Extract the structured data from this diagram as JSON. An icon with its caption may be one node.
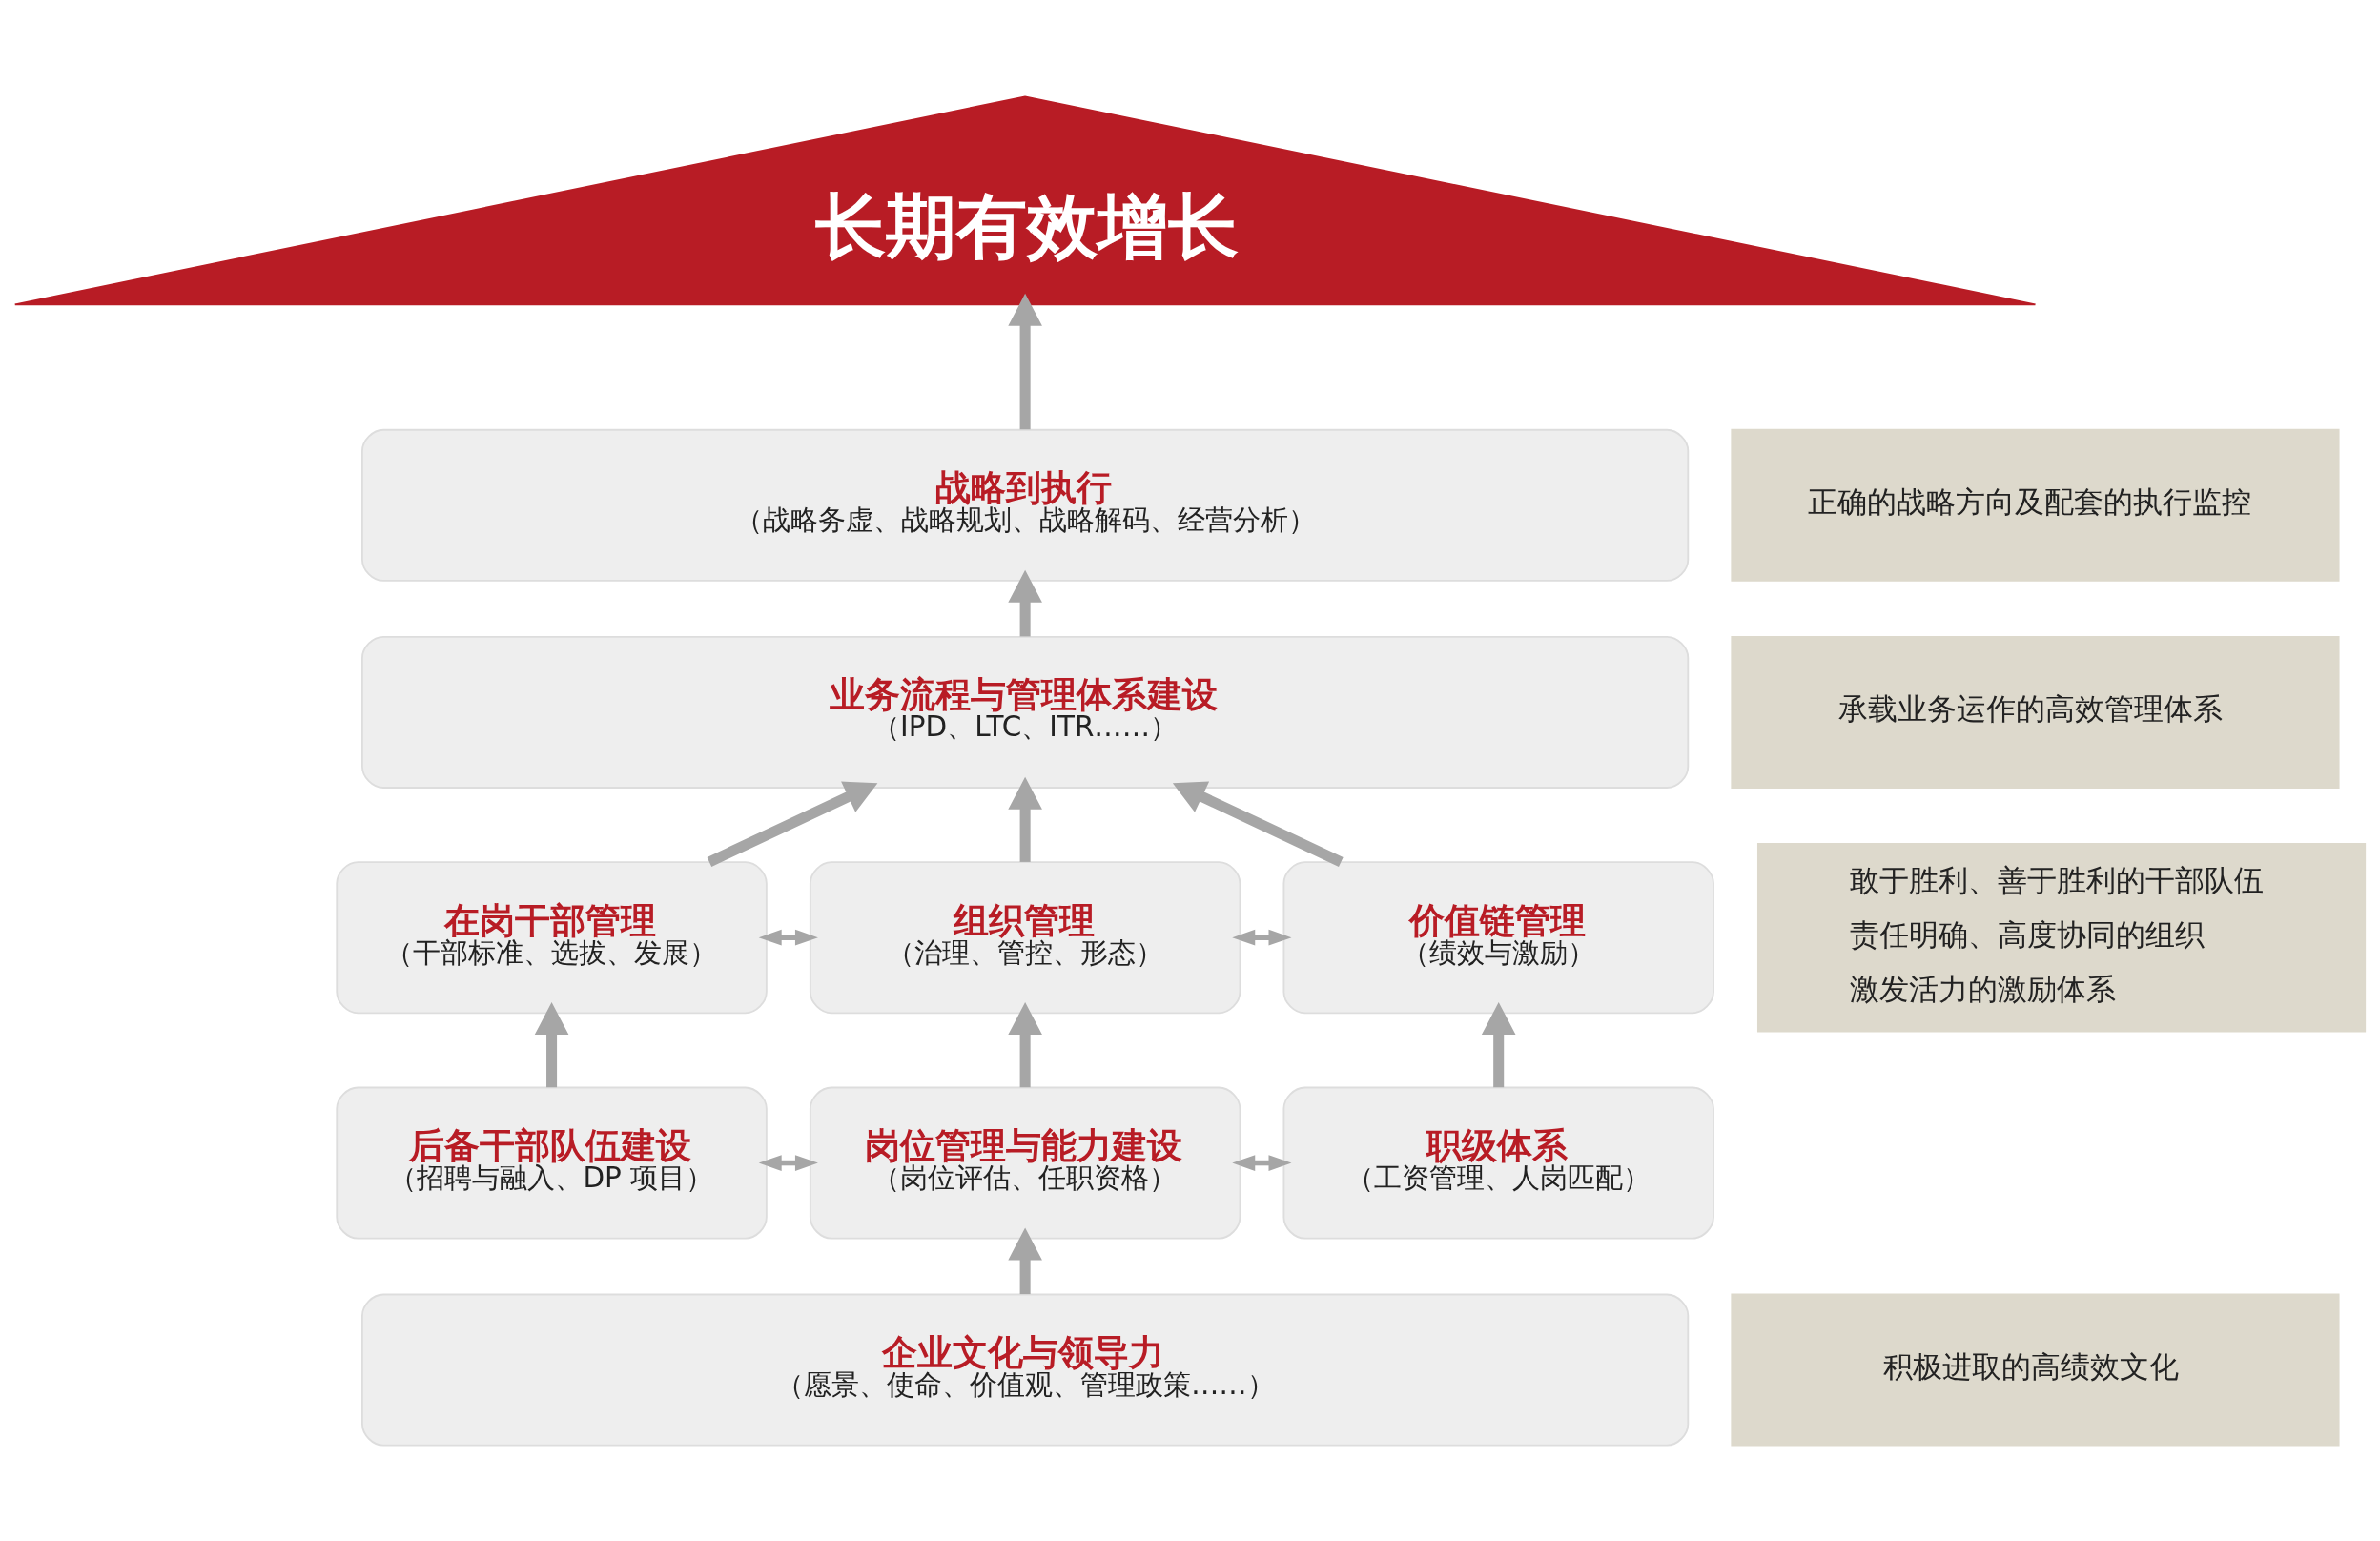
{
  "diagram": {
    "nodes": [
      {
        "text": [
          "长期有效增长"
        ]
      },
      {
        "text": [
          "战略到执行",
          "（战略务虚、战略规划、战略解码、经营分析）"
        ]
      },
      {
        "text": [
          "业务流程与管理体系建设",
          "（IPD、LTC、ITR……）"
        ]
      },
      {
        "text": [
          "在岗干部管理",
          "（干部标准、选拔、发展）"
        ]
      },
      {
        "text": [
          "组织管理",
          "（治理、管控、形态）"
        ]
      },
      {
        "text": [
          "价值链管理",
          "（绩效与激励）"
        ]
      },
      {
        "text": [
          "后备干部队伍建设",
          "（招聘与融入、DP 项目）"
        ]
      },
      {
        "text": [
          "岗位管理与能力建设",
          "（岗位评估、任职资格）"
        ]
      },
      {
        "text": [
          "职级体系",
          "（工资管理、人岗匹配）"
        ]
      },
      {
        "text": [
          "企业文化与领导力",
          "（愿景、使命、价值观、管理政策……）"
        ]
      },
      {
        "text": [
          "正确的战略方向及配套的执行监控"
        ]
      },
      {
        "text": [
          "承载业务运作的高效管理体系"
        ]
      },
      {
        "text": [
          "敢于胜利、善于胜利的干部队伍",
          "责任明确、高度协同的组织",
          "激发活力的激励体系"
        ]
      },
      {
        "text": [
          "积极进取的高绩效文化"
        ]
      }
    ],
    "edges": [
      {
        "from": 1,
        "to": 0,
        "arrow": "to"
      },
      {
        "from": 2,
        "to": 1,
        "arrow": "to"
      },
      {
        "from": 3,
        "to": 2,
        "arrow": "to"
      },
      {
        "from": 4,
        "to": 2,
        "arrow": "to"
      },
      {
        "from": 5,
        "to": 2,
        "arrow": "to"
      },
      {
        "from": 3,
        "to": 4,
        "arrow": "both"
      },
      {
        "from": 4,
        "to": 5,
        "arrow": "both"
      },
      {
        "from": 6,
        "to": 3,
        "arrow": "to"
      },
      {
        "from": 7,
        "to": 4,
        "arrow": "to"
      },
      {
        "from": 8,
        "to": 5,
        "arrow": "to"
      },
      {
        "from": 6,
        "to": 7,
        "arrow": "both"
      },
      {
        "from": 7,
        "to": 8,
        "arrow": "both"
      },
      {
        "from": 9,
        "to": 7,
        "arrow": "to"
      }
    ]
  }
}
